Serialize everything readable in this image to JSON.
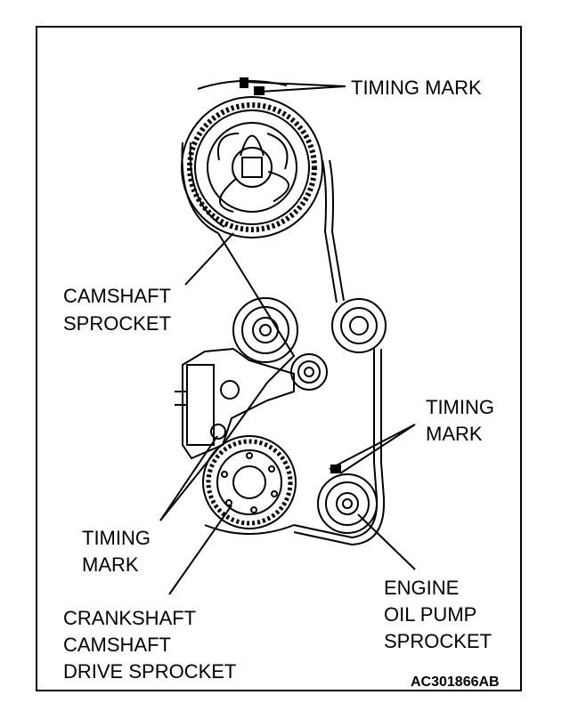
{
  "labels": {
    "timing_mark_top": "TIMING MARK",
    "camshaft_sprocket": [
      "CAMSHAFT",
      "SPROCKET"
    ],
    "timing_mark_right": [
      "TIMING",
      "MARK"
    ],
    "timing_mark_left": [
      "TIMING",
      "MARK"
    ],
    "crankshaft_sprocket": [
      "CRANKSHAFT",
      "CAMSHAFT",
      "DRIVE SPROCKET"
    ],
    "oil_pump_sprocket": [
      "ENGINE",
      "OIL PUMP",
      "SPROCKET"
    ]
  },
  "figure_code": "AC301866AB"
}
